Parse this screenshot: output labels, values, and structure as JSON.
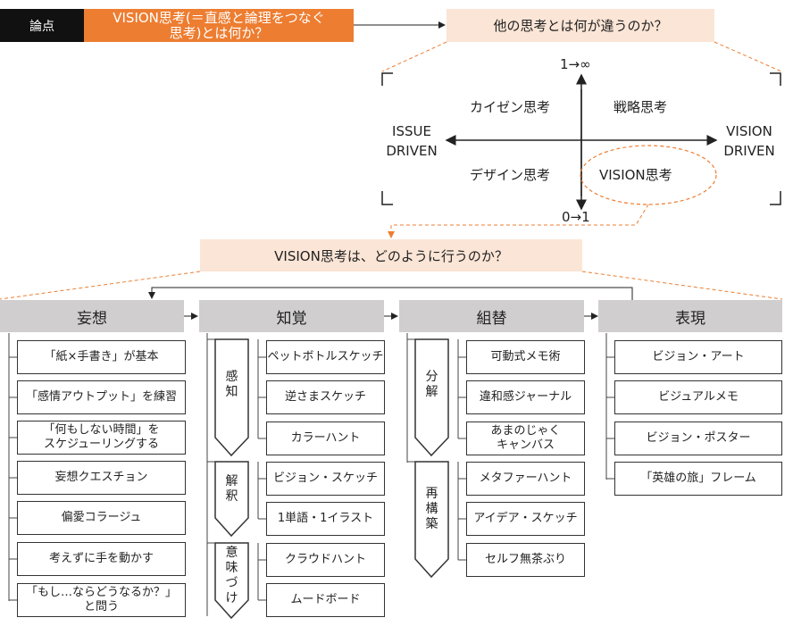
{
  "header": {
    "tag": "論点",
    "question_line1": "VISION思考(＝直感と論理をつなぐ",
    "question_line2": "思考)とは何か？",
    "compare_question": "他の思考とは何が違うのか？"
  },
  "matrix": {
    "top_label": "1→∞",
    "bottom_label": "0→1",
    "left_label_line1": "ISSUE",
    "left_label_line2": "DRIVEN",
    "right_label_line1": "VISION",
    "right_label_line2": "DRIVEN",
    "quadrants": {
      "top_left": "カイゼン思考",
      "top_right": "戦略思考",
      "bottom_left": "デザイン思考",
      "bottom_right": "VISION思考"
    }
  },
  "how_question": "VISION思考は、どのように行うのか？",
  "stages": [
    {
      "title": "妄想",
      "items": [
        "「紙×手書き」が基本",
        "「感情アウトプット」を練習",
        "「何もしない時間」を",
        "スケジューリングする",
        "妄想クエスチョン",
        "偏愛コラージュ",
        "考えずに手を動かす",
        "「もし…ならどうなるか？」",
        "と問う"
      ]
    },
    {
      "title": "知覚",
      "groups": [
        {
          "label": [
            "感",
            "知"
          ],
          "items": [
            "ペットボトルスケッチ",
            "逆さまスケッチ",
            "カラーハント"
          ]
        },
        {
          "label": [
            "解",
            "釈"
          ],
          "items": [
            "ビジョン・スケッチ",
            "1単語・1イラスト"
          ]
        },
        {
          "label": [
            "意",
            "味",
            "づ",
            "け"
          ],
          "items": [
            "クラウドハント",
            "ムードボード"
          ]
        }
      ]
    },
    {
      "title": "組替",
      "groups": [
        {
          "label": [
            "分",
            "解"
          ],
          "items": [
            "可動式メモ術",
            "違和感ジャーナル",
            "あまのじゃく",
            "キャンバス"
          ]
        },
        {
          "label": [
            "再",
            "構",
            "築"
          ],
          "items": [
            "メタファーハント",
            "アイデア・スケッチ",
            "セルフ無茶ぶり"
          ]
        }
      ]
    },
    {
      "title": "表現",
      "items": [
        "ビジョン・アート",
        "ビジュアルメモ",
        "ビジョン・ポスター",
        "「英雄の旅」フレーム"
      ]
    }
  ],
  "colors": {
    "orange": "#ed7d31",
    "peach": "#fbe5d6",
    "gray": "#d0cece"
  }
}
